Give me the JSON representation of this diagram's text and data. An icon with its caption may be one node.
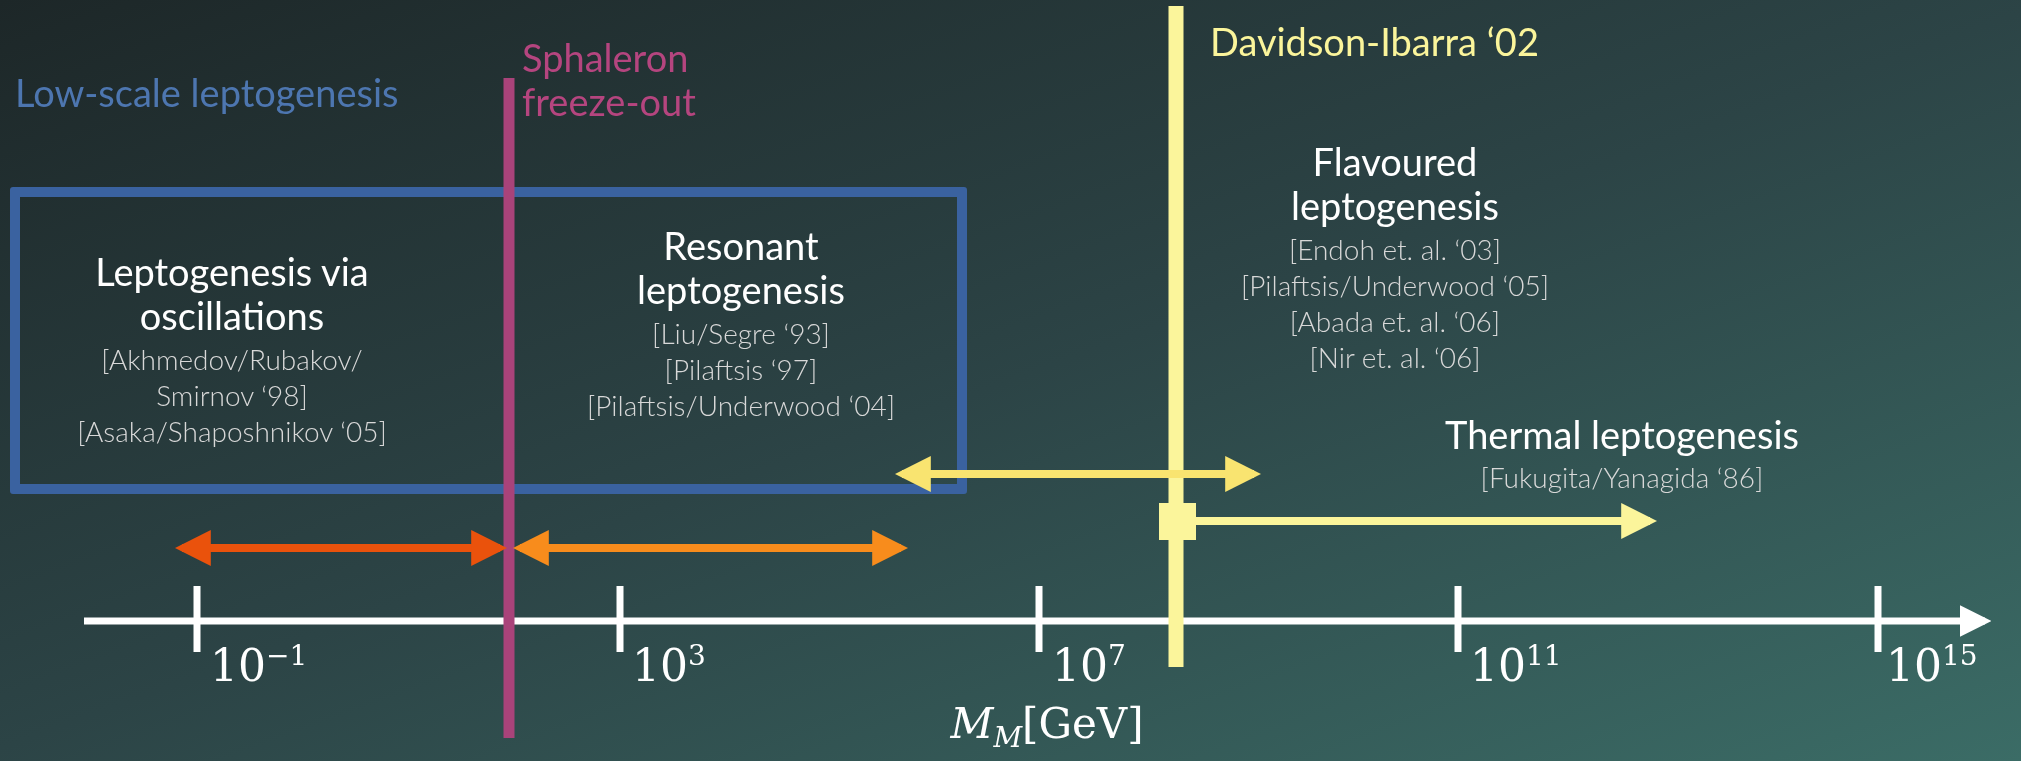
{
  "diagram": {
    "nodes": [
      {
        "text": [
          "Low-scale leptogenesis"
        ]
      }
    ],
    "labels": [
      "Sphaleron freeze-out",
      "Davidson-Ibarra ‘02",
      "Flavoured leptogenesis",
      "[Endoh et. al. ‘03]",
      "[Pilaftsis/Underwood ‘05]",
      "[Abada et. al. ‘06]",
      "[Nir et. al. ‘06]",
      "Leptogenesis via oscillations",
      "[Akhmedov/Rubakov/ Smirnov ‘98]",
      "[Asaka/Shaposhnikov ‘05]",
      "Resonant leptogenesis",
      "[Liu/Segre ‘93]",
      "[Pilaftsis ‘97]",
      "[Pilaftsis/Underwood ‘04]",
      "Thermal leptogenesis",
      "[Fukugita/Yanagida ‘86]",
      "10$^{−1}$",
      "10$^{3}$",
      "10$^{7}$",
      "10$^{11}$",
      "10$^{15}$",
      "*M*$_{M}$[GeV]"
    ]
  }
}
